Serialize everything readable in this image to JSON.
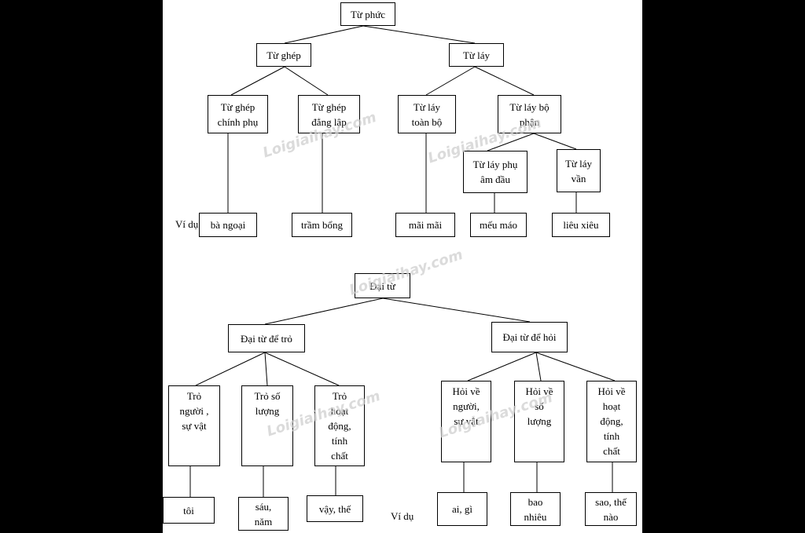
{
  "diagram1": {
    "root": "Từ phức",
    "ghep": "Từ ghép",
    "lay": "Từ láy",
    "ghep_chinh_phu": "Từ ghép\nchính phụ",
    "ghep_dang_lap": "Từ ghép\nđẳng lập",
    "lay_toan_bo": "Từ láy\ntoàn bộ",
    "lay_bo_phan": "Từ láy bộ\nphận",
    "lay_am_dau": "Từ láy phụ\nâm đầu",
    "lay_van": "Từ láy\nvần",
    "example_label": "Ví dụ",
    "ex_ghep_cp": "bà ngoại",
    "ex_ghep_dl": "trầm bổng",
    "ex_lay_tb": "mãi mãi",
    "ex_lay_ad": "mếu máo",
    "ex_lay_van": "liêu xiêu"
  },
  "diagram2": {
    "root": "Đại từ",
    "tro": "Đại từ để trỏ",
    "hoi": "Đại từ để hỏi",
    "tro_nguoi": "Trỏ\nngười ,\nsự vật",
    "tro_so_luong": "Trỏ số\nlượng",
    "tro_hoat_dong": "Trỏ\nhoạt\nđộng,\ntính\nchất",
    "hoi_nguoi": "Hỏi về\nngười,\nsự vật",
    "hoi_so_luong": "Hỏi về\nsố\nlượng",
    "hoi_hoat_dong": "Hỏi về\nhoạt\nđộng,\ntính\nchất",
    "example_label": "Ví dụ",
    "ex_toi": "tôi",
    "ex_sau_nam": "sáu,\nnăm",
    "ex_vay_the": "vậy, thế",
    "ex_ai_gi": "ai, gì",
    "ex_bao_nhieu": "bao\nnhiêu",
    "ex_sao_the_nao": "sao, thế\nnào"
  },
  "watermark": "Loigiaihay.com"
}
